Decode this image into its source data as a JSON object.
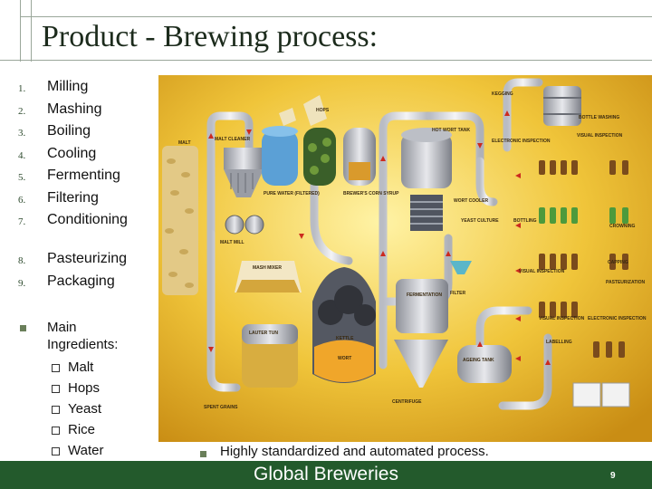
{
  "slide": {
    "title": "Product - Brewing process:",
    "steps": [
      {
        "num": "1.",
        "label": "Milling"
      },
      {
        "num": "2.",
        "label": "Mashing"
      },
      {
        "num": "3.",
        "label": "Boiling"
      },
      {
        "num": "4.",
        "label": "Cooling"
      },
      {
        "num": "5.",
        "label": "Fermenting"
      },
      {
        "num": "6.",
        "label": "Filtering"
      },
      {
        "num": "7.",
        "label": "Conditioning"
      },
      {
        "num": "8.",
        "label": "Pasteurizing"
      },
      {
        "num": "9.",
        "label": "Packaging"
      }
    ],
    "ingredients_heading": "Main Ingredients:",
    "ingredients": [
      "Malt",
      "Hops",
      "Yeast",
      "Rice",
      "Water"
    ],
    "caption": "Highly standardized and automated process.",
    "footer_title": "Global Breweries",
    "page_number": "9"
  },
  "diagram": {
    "labels": {
      "kegging": "KEGGING",
      "hops": "HOPS",
      "malt": "MALT",
      "malt_cleaner": "MALT CLEANER",
      "pure_water": "PURE WATER (FILTERED)",
      "corn_syrup": "BREWER'S CORN SYRUP",
      "hot_wort_tank": "HOT WORT TANK",
      "electronic_inspection": "ELECTRONIC INSPECTION",
      "bottle_washing": "BOTTLE WASHING",
      "visual_inspection": "VISUAL INSPECTION",
      "wort_cooler": "WORT COOLER",
      "yeast_culture": "YEAST CULTURE",
      "bottling": "BOTTLING",
      "crowning": "CROWNING",
      "malt_mill": "MALT MILL",
      "mash_mixer": "MASH MIXER",
      "fermentation": "FERMENTATION",
      "filter": "FILTER",
      "capping": "CAPPING",
      "visual_inspection_2": "VISUAL INSPECTION",
      "pasteurization": "PASTEURIZATION",
      "lauter_tun": "LAUTER TUN",
      "kettle": "KETTLE",
      "wort": "WORT",
      "ageing_tank": "AGEING TANK",
      "visual_inspection_3": "VISUAL INSPECTION",
      "electronic_inspection_2": "ELECTRONIC INSPECTION",
      "labelling": "LABELLING",
      "spent_grains": "SPENT GRAINS",
      "centrifuge": "CENTRIFUGE"
    }
  },
  "colors": {
    "footer": "#235a2c",
    "diagram_bg": "#e9b62b",
    "pipe": "#d8d8dc",
    "arrow": "#cc2a1f"
  }
}
